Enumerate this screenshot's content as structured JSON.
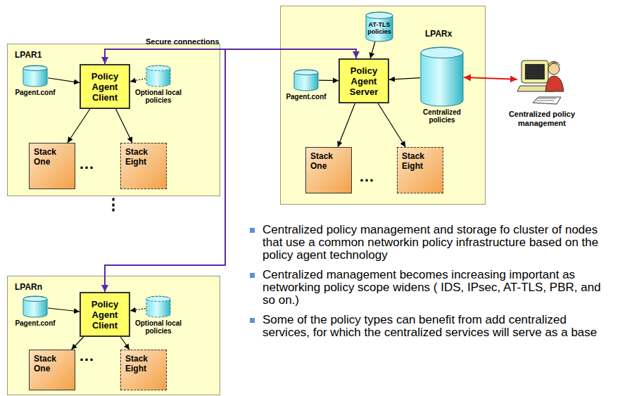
{
  "diagram": {
    "nodes": [
      {
        "text": [
          "LPAR1"
        ]
      },
      {
        "text": [
          "Pagent.conf"
        ],
        "in": 0
      },
      {
        "text": [
          "Policy Agent Client"
        ],
        "in": 0
      },
      {
        "text": [
          "Optional local policies"
        ],
        "in": 0
      },
      {
        "text": [
          "Stack One"
        ],
        "in": 0
      },
      {
        "text": [
          "Stack Eight"
        ],
        "in": 0
      },
      {
        "text": [
          "LPARx"
        ]
      },
      {
        "text": [
          "AT-TLS policies"
        ],
        "in": 6
      },
      {
        "text": [
          "Policy Agent Server"
        ],
        "in": 6
      },
      {
        "text": [
          "Pagent.conf"
        ],
        "in": 6
      },
      {
        "text": [
          "Centralized policies"
        ],
        "in": 6
      },
      {
        "text": [
          "Stack One"
        ],
        "in": 6
      },
      {
        "text": [
          "Stack Eight"
        ],
        "in": 6
      },
      {
        "text": [
          "Centralized policy management"
        ]
      },
      {
        "text": [
          "LPARn"
        ]
      },
      {
        "text": [
          "Pagent.conf"
        ],
        "in": 14
      },
      {
        "text": [
          "Policy Agent Client"
        ],
        "in": 14
      },
      {
        "text": [
          "Optional local policies"
        ],
        "in": 14
      },
      {
        "text": [
          "Stack One"
        ],
        "in": 14
      },
      {
        "text": [
          "Stack Eight"
        ],
        "in": 14
      }
    ],
    "edges": [
      {
        "from": 2,
        "to": 8,
        "arrow": "both",
        "label": "Secure connections"
      },
      {
        "from": 8,
        "to": 16,
        "arrow": "to"
      },
      {
        "from": 1,
        "to": 2,
        "arrow": "to"
      },
      {
        "from": 3,
        "to": 2,
        "arrow": "to"
      },
      {
        "from": 2,
        "to": 4,
        "arrow": "to"
      },
      {
        "from": 2,
        "to": 5,
        "arrow": "to"
      },
      {
        "from": 7,
        "to": 8,
        "arrow": "to"
      },
      {
        "from": 9,
        "to": 8,
        "arrow": "to"
      },
      {
        "from": 10,
        "to": 8,
        "arrow": "to"
      },
      {
        "from": 8,
        "to": 11,
        "arrow": "to"
      },
      {
        "from": 8,
        "to": 12,
        "arrow": "to"
      },
      {
        "from": 10,
        "to": 13,
        "arrow": "both"
      },
      {
        "from": 15,
        "to": 16,
        "arrow": "to"
      },
      {
        "from": 17,
        "to": 16,
        "arrow": "to"
      },
      {
        "from": 16,
        "to": 18,
        "arrow": "to"
      },
      {
        "from": 16,
        "to": 19,
        "arrow": "to"
      }
    ],
    "labels": [
      "…",
      "…",
      "…",
      "⋮",
      "Centralized policy management and storage fo cluster of nodes that use a common networkin policy infrastructure based on the policy agent technology",
      "Centralized management becomes increasing important as networking policy scope widens ( IDS, IPsec, AT-TLS, PBR, and so on.)",
      "Some of the policy types can benefit from add centralized services, for which the centralized services will serve as a base"
    ]
  }
}
